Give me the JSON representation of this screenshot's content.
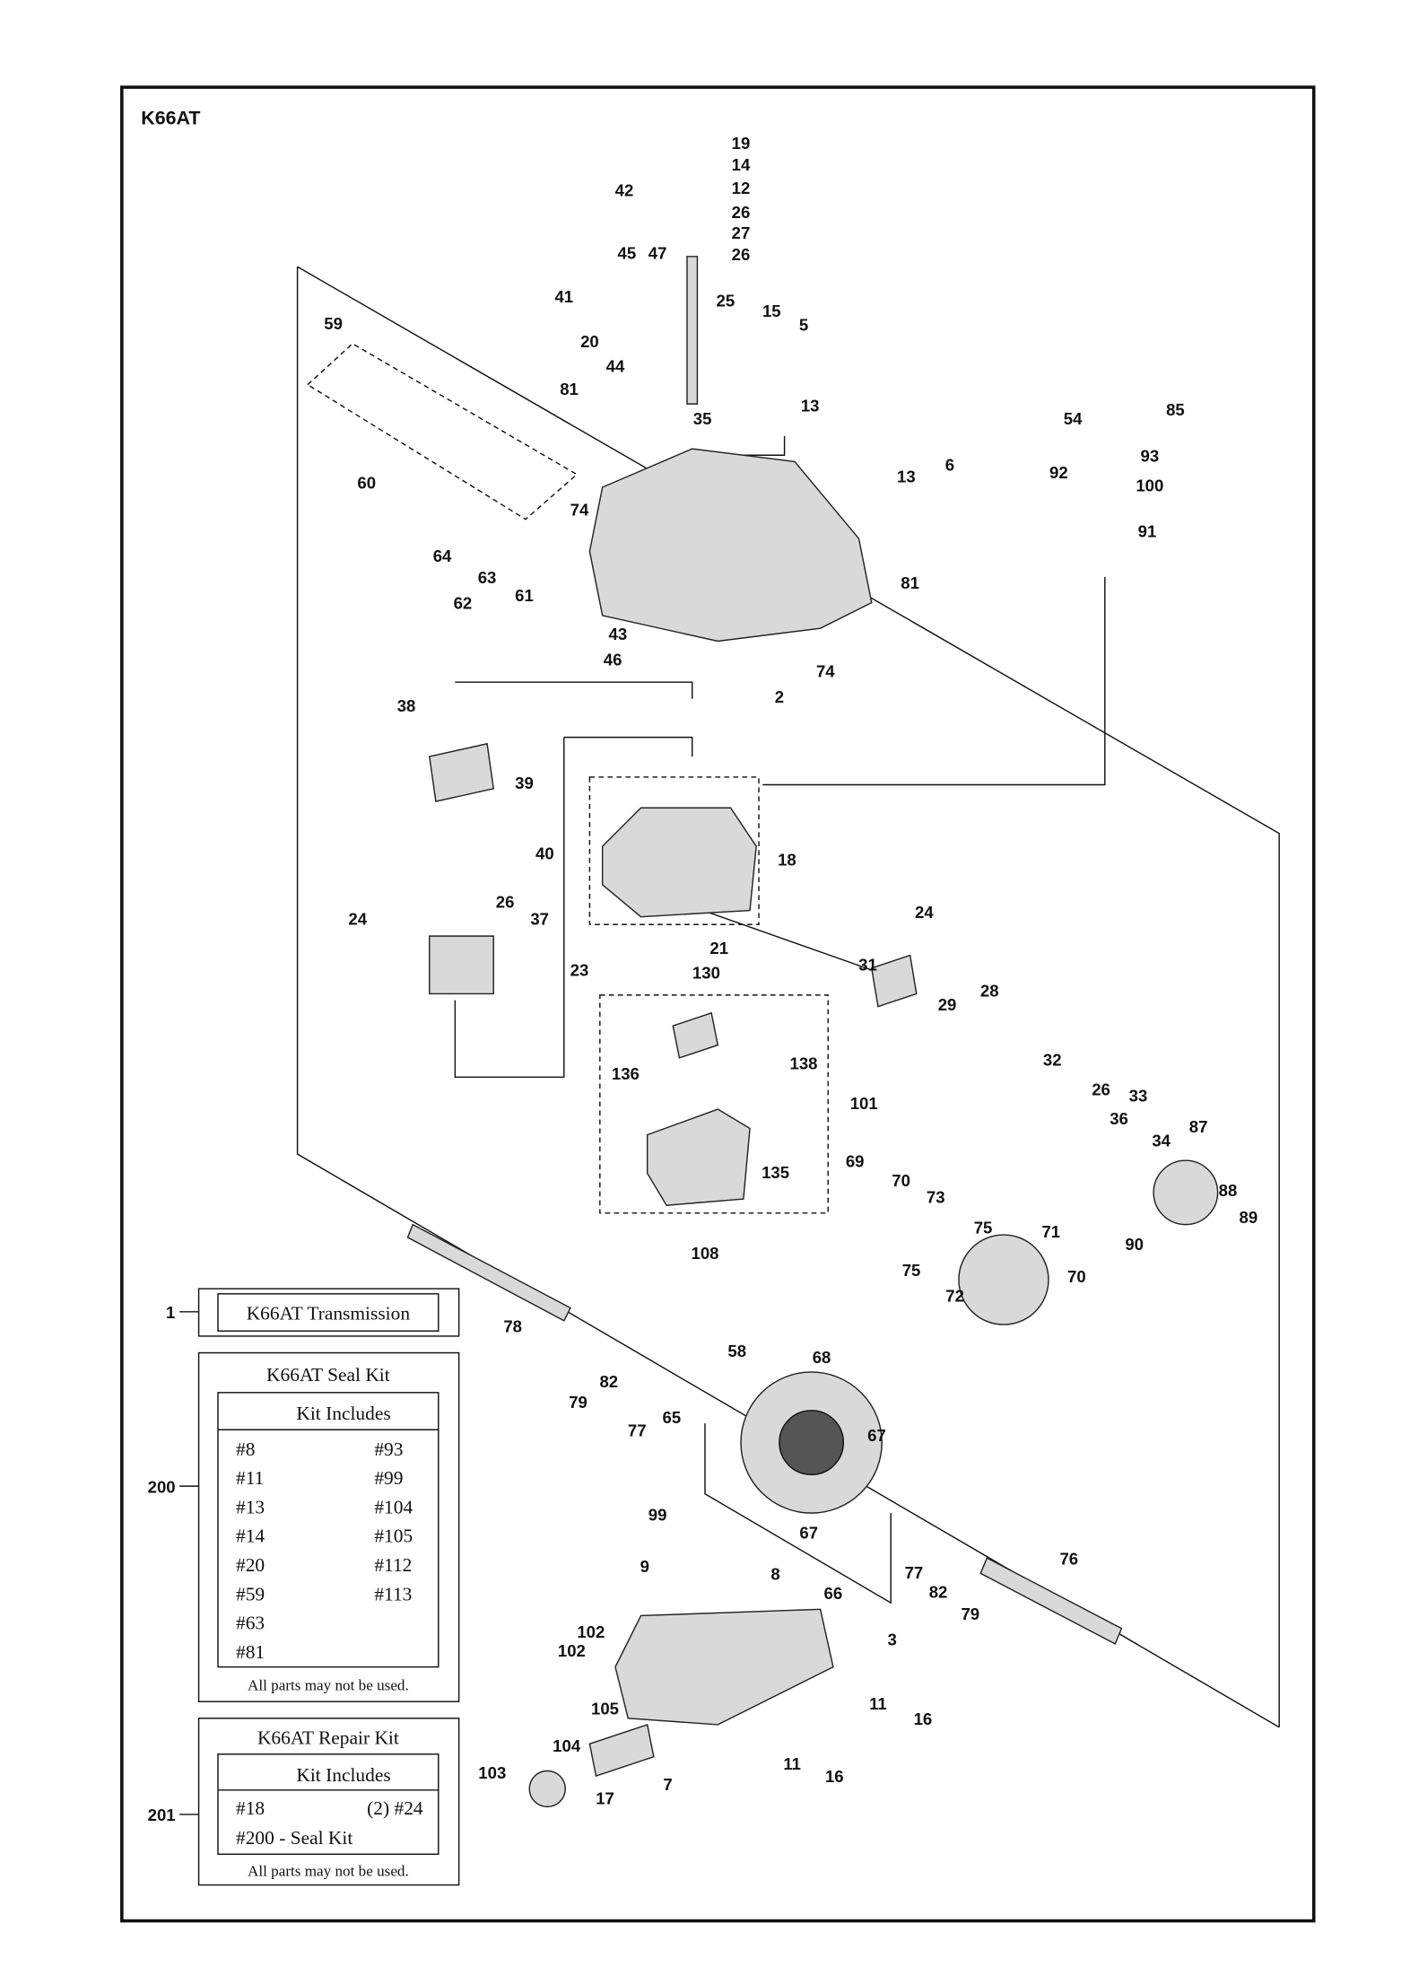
{
  "title": "K66AT",
  "callouts": [
    "19",
    "14",
    "12",
    "26",
    "27",
    "26",
    "42",
    "45",
    "47",
    "41",
    "25",
    "15",
    "5",
    "20",
    "44",
    "35",
    "13",
    "59",
    "81",
    "85",
    "54",
    "6",
    "13",
    "93",
    "92",
    "100",
    "91",
    "60",
    "74",
    "64",
    "62",
    "63",
    "61",
    "81",
    "43",
    "46",
    "74",
    "2",
    "38",
    "39",
    "40",
    "18",
    "26",
    "24",
    "37",
    "21",
    "23",
    "130",
    "24",
    "31",
    "29",
    "28",
    "32",
    "138",
    "136",
    "101",
    "26",
    "33",
    "36",
    "34",
    "87",
    "135",
    "69",
    "70",
    "73",
    "75",
    "75",
    "71",
    "88",
    "89",
    "90",
    "72",
    "70",
    "108",
    "1",
    "78",
    "79",
    "82",
    "77",
    "65",
    "58",
    "68",
    "67",
    "200",
    "67",
    "66",
    "99",
    "8",
    "77",
    "82",
    "79",
    "76",
    "9",
    "102",
    "102",
    "3",
    "105",
    "11",
    "16",
    "104",
    "103",
    "11",
    "16",
    "7",
    "17",
    "201"
  ],
  "transmission_box": {
    "label": "K66AT Transmission"
  },
  "seal_kit": {
    "title": "K66AT Seal Kit",
    "header": "Kit Includes",
    "left": [
      "#8",
      "#11",
      "#13",
      "#14",
      "#20",
      "#59",
      "#63",
      "#81"
    ],
    "right": [
      "#93",
      "#99",
      "#104",
      "#105",
      "#112",
      "#113"
    ],
    "note": "All parts may not be used."
  },
  "repair_kit": {
    "title": "K66AT Repair Kit",
    "header": "Kit Includes",
    "left": [
      "#18",
      "#200 - Seal Kit"
    ],
    "right": [
      "(2) #24"
    ],
    "note": "All parts may not be used."
  }
}
